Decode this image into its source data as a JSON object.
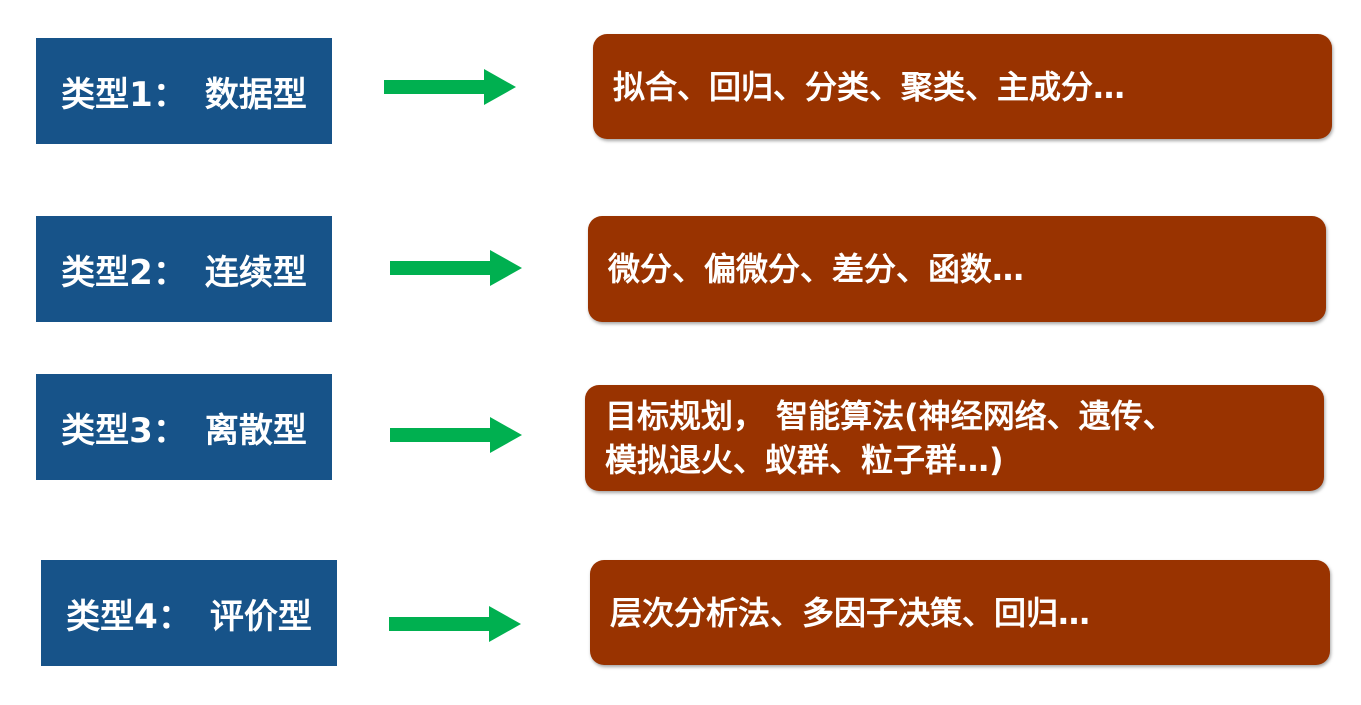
{
  "rows": [
    {
      "type_label": "类型1：",
      "type_name": "数据型",
      "methods": [
        "拟合、回归、分类、聚类、主成分…"
      ]
    },
    {
      "type_label": "类型2：",
      "type_name": "连续型",
      "methods": [
        "微分、偏微分、差分、函数…"
      ]
    },
    {
      "type_label": "类型3：",
      "type_name": "离散型",
      "methods": [
        "目标规划， 智能算法(神经网络、遗传、",
        "模拟退火、蚁群、粒子群…)"
      ]
    },
    {
      "type_label": "类型4：",
      "type_name": "评价型",
      "methods": [
        "层次分析法、多因子决策、回归…"
      ]
    }
  ],
  "colors": {
    "type_box": "#175389",
    "method_box": "#993300",
    "arrow": "#00b050",
    "text": "#ffffff"
  }
}
